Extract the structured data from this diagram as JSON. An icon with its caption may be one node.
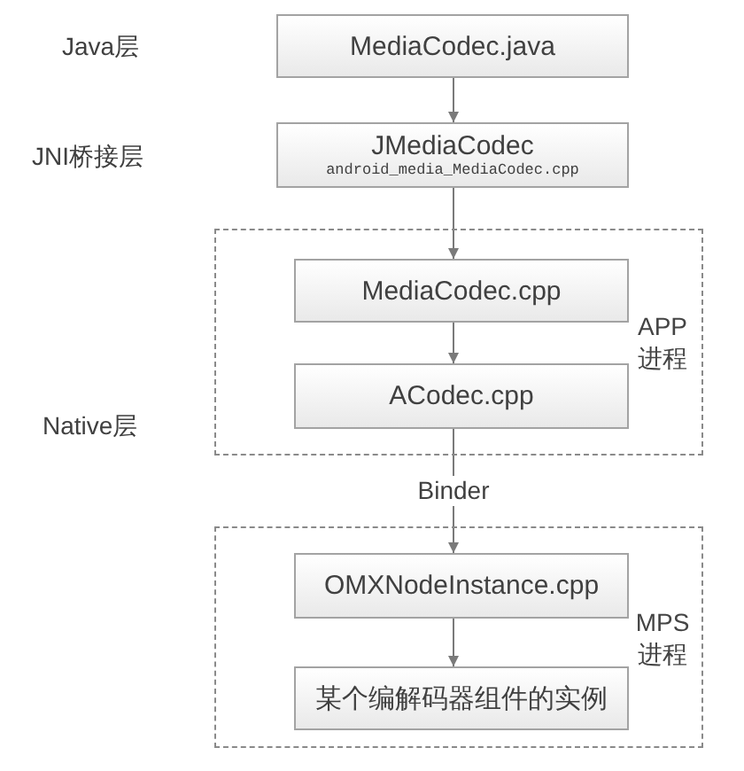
{
  "diagram": {
    "nodes": [
      {
        "text": [
          "MediaCodec.java"
        ]
      },
      {
        "text": [
          "JMediaCodec",
          "android_media_MediaCodec.cpp"
        ]
      },
      {
        "text": [
          "APP 进程"
        ]
      },
      {
        "text": [
          "MediaCodec.cpp"
        ],
        "in": 2
      },
      {
        "text": [
          "ACodec.cpp"
        ],
        "in": 2
      },
      {
        "text": [
          "MPS 进程"
        ]
      },
      {
        "text": [
          "OMXNodeInstance.cpp"
        ],
        "in": 5
      },
      {
        "text": [
          "某个编解码器组件的实例"
        ],
        "in": 5
      }
    ],
    "edges": [
      {
        "from": 0,
        "to": 1,
        "arrow": "to"
      },
      {
        "from": 1,
        "to": 3,
        "arrow": "to"
      },
      {
        "from": 3,
        "to": 4,
        "arrow": "to"
      },
      {
        "from": 4,
        "to": 6,
        "arrow": "to",
        "label": "Binder"
      },
      {
        "from": 6,
        "to": 7,
        "arrow": "to"
      }
    ],
    "labels": [
      "Java层",
      "JNI桥接层",
      "Native层"
    ]
  }
}
